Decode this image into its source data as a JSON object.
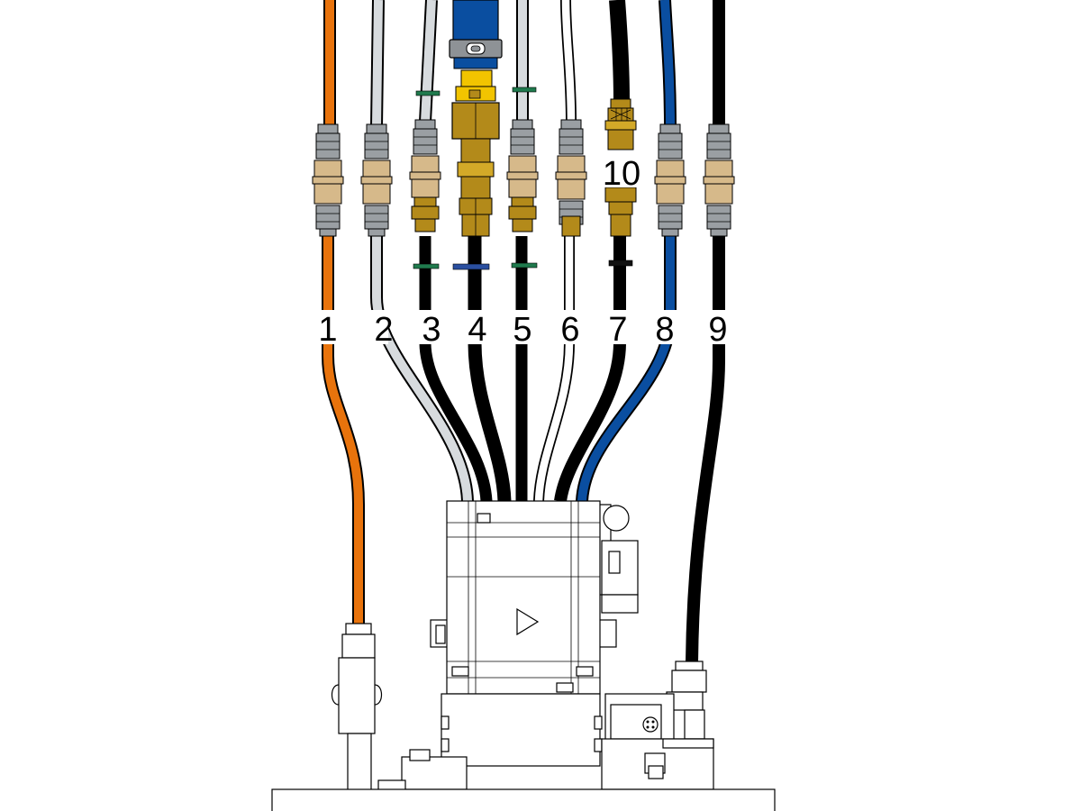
{
  "labels": [
    "1",
    "2",
    "3",
    "4",
    "5",
    "6",
    "7",
    "8",
    "9",
    "10"
  ],
  "colors": {
    "orange": "#e8730c",
    "light_gray": "#d7dbde",
    "black": "#000000",
    "blue": "#0a4ea0",
    "brass": "#b38a1a",
    "brass_light": "#d3a928",
    "yellow": "#f2c400",
    "tan": "#d6b98a",
    "metal_gray": "#9a9fa3",
    "tie_green": "#1f7a4d",
    "tie_blue": "#2a4fa0"
  },
  "icons": {
    "motor_play": "play-triangle-icon"
  }
}
